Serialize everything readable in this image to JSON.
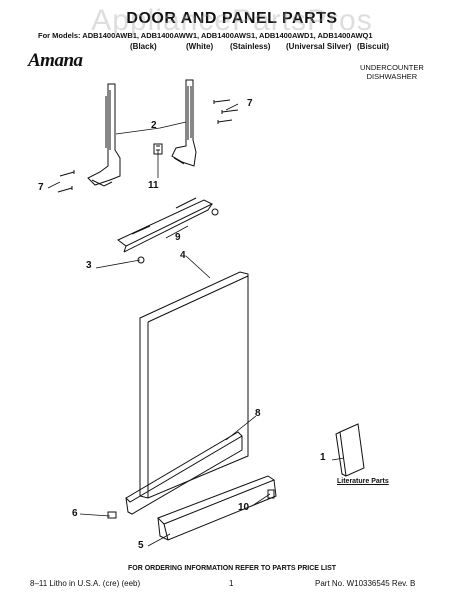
{
  "watermark": "AppliancePartsPros",
  "title": "DOOR AND PANEL PARTS",
  "models_line": "For Models: ADB1400AWB1, ADB1400AWW1, ADB1400AWS1, ADB1400AWD1, ADB1400AWQ1",
  "colors": [
    "(Black)",
    "(White)",
    "(Stainless)",
    "(Universal Silver)",
    "(Biscuit)"
  ],
  "brand": "Amana",
  "product_type": [
    "UNDERCOUNTER",
    "DISHWASHER"
  ],
  "callouts": {
    "c1": "1",
    "c2": "2",
    "c3": "3",
    "c4": "4",
    "c5": "5",
    "c6": "6",
    "c7a": "7",
    "c7b": "7",
    "c8": "8",
    "c9": "9",
    "c10": "10",
    "c11": "11"
  },
  "literature_label": "Literature Parts",
  "footer": {
    "note": "FOR ORDERING INFORMATION REFER TO PARTS PRICE LIST",
    "left": "8–11 Litho in U.S.A. (cre) (eeb)",
    "page": "1",
    "part_no": "Part No. W10336545 Rev. B"
  }
}
